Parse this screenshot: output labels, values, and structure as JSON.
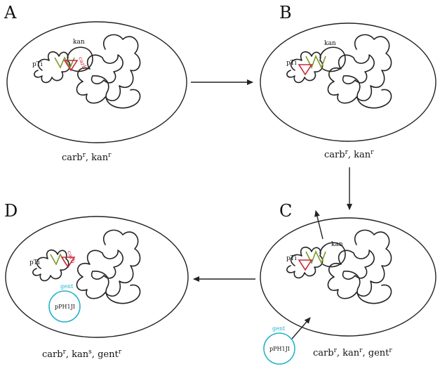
{
  "panels": {
    "a": {
      "letter": "A",
      "genotype": [
        {
          "gene": "carb",
          "sup": "r",
          "sep": ", "
        },
        {
          "gene": "kan",
          "sup": "r",
          "sep": ""
        }
      ]
    },
    "b": {
      "letter": "B",
      "genotype": [
        {
          "gene": "carb",
          "sup": "r",
          "sep": ", "
        },
        {
          "gene": "kan",
          "sup": "r",
          "sep": ""
        }
      ]
    },
    "c": {
      "letter": "C",
      "genotype": [
        {
          "gene": "carb",
          "sup": "r",
          "sep": ", "
        },
        {
          "gene": "kan",
          "sup": "r",
          "sep": ", "
        },
        {
          "gene": "gent",
          "sup": "r",
          "sep": ""
        }
      ]
    },
    "d": {
      "letter": "D",
      "genotype": [
        {
          "gene": "carb",
          "sup": "r",
          "sep": ", "
        },
        {
          "gene": "kan",
          "sup": "s",
          "sep": ", "
        },
        {
          "gene": "gent",
          "sup": "r",
          "sep": ""
        }
      ]
    }
  },
  "labels": {
    "pti": "pTi",
    "kan": "kan",
    "carb": "carb",
    "gent": "gent",
    "plasmid": "pPH1JI"
  },
  "colors": {
    "carb_cassette": "#c8283c",
    "kan_region": "#7a9a2a",
    "plasmid": "#28b4c8",
    "outline": "#222222"
  }
}
